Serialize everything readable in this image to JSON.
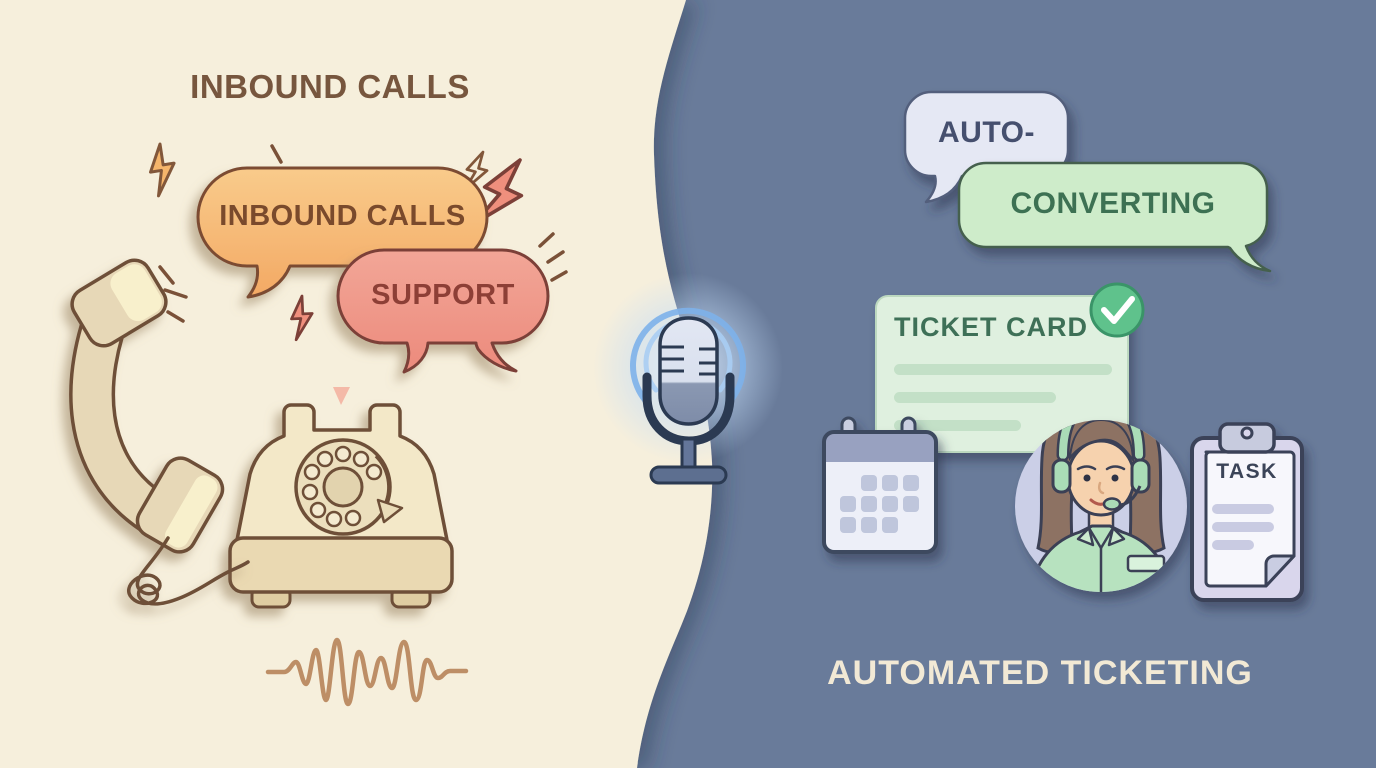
{
  "scene": {
    "left_panel": {
      "title": "INBOUND CALLS",
      "speech_bubbles": [
        {
          "label": "INBOUND CALLS",
          "color": "#f6bc76"
        },
        {
          "label": "SUPPORT",
          "color": "#f0998a"
        }
      ]
    },
    "center": {
      "icon": "microphone"
    },
    "right_panel": {
      "title": "AUTOMATED TICKETING",
      "speech_bubbles": [
        {
          "label": "AUTO-",
          "color": "#e5e8f4"
        },
        {
          "label": "CONVERTING",
          "color": "#ceecca"
        }
      ],
      "ticket_card": {
        "title": "TICKET CARD",
        "status_icon": "check-circle",
        "placeholder_lines": 3
      },
      "clipboard": {
        "title": "TASK",
        "placeholder_lines": 3
      }
    },
    "colors": {
      "left_bg": "#f6efdc",
      "right_bg": "#697b9a",
      "left_title_text": "#77563e",
      "right_title_text": "#f2e9d5",
      "bubble_orange": "#f6bc76",
      "bubble_salmon": "#f0998a",
      "bubble_lavender": "#e5e8f4",
      "bubble_green": "#ceecca",
      "ticket_card_green": "#dff0df",
      "check_green": "#5fc28c",
      "mic_glow_blue": "#7db1ea",
      "phone_cream": "#f3e8c8",
      "outline_brown": "#6e4f38",
      "outline_navy": "#2b3a52"
    }
  }
}
